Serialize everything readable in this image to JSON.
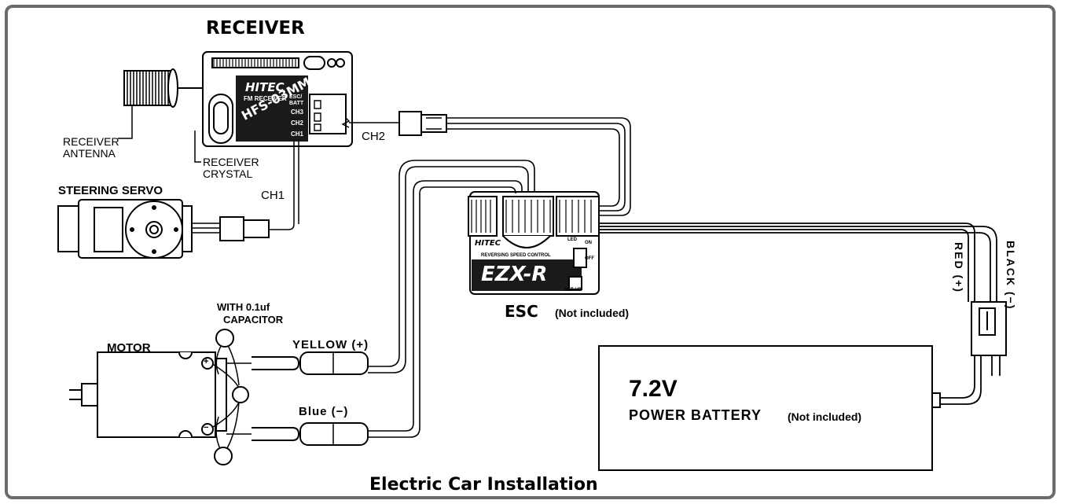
{
  "title": "Electric Car Installation",
  "receiver": {
    "title": "RECEIVER",
    "antenna_label_1": "RECEIVER",
    "antenna_label_2": "ANTENNA",
    "crystal_label_1": "RECEIVER",
    "crystal_label_2": "CRYSTAL",
    "brand": "HITEC",
    "model": "HFS-03MM",
    "sub": "FM RECEIVER",
    "port_batt": "ESC/ BATT",
    "port_ch3": "CH3",
    "port_ch2": "CH2",
    "port_ch1": "CH1"
  },
  "wires": {
    "ch2": "CH2",
    "ch1": "CH1",
    "yellow": "YELLOW (+)",
    "blue": "Blue (−)",
    "red": "RED (+)",
    "black": "BLACK (−)"
  },
  "servo": {
    "label": "STEERING SERVO"
  },
  "motor": {
    "label": "MOTOR",
    "cap_1": "WITH 0.1uf",
    "cap_2": "CAPACITOR",
    "plus": "+",
    "minus": "−"
  },
  "esc": {
    "label": "ESC",
    "note": "(Not included)",
    "brand": "HITEC",
    "model": "EZX-R",
    "sub": "REVERSING SPEED CONTROL",
    "led": "LED",
    "on": "ON",
    "off": "OFF",
    "setup": "SET-UP"
  },
  "battery": {
    "voltage": "7.2V",
    "label": "POWER BATTERY",
    "note": "(Not included)"
  },
  "colors": {
    "frame": "#6b6b6b",
    "ink": "#000000",
    "fill": "#ffffff"
  }
}
